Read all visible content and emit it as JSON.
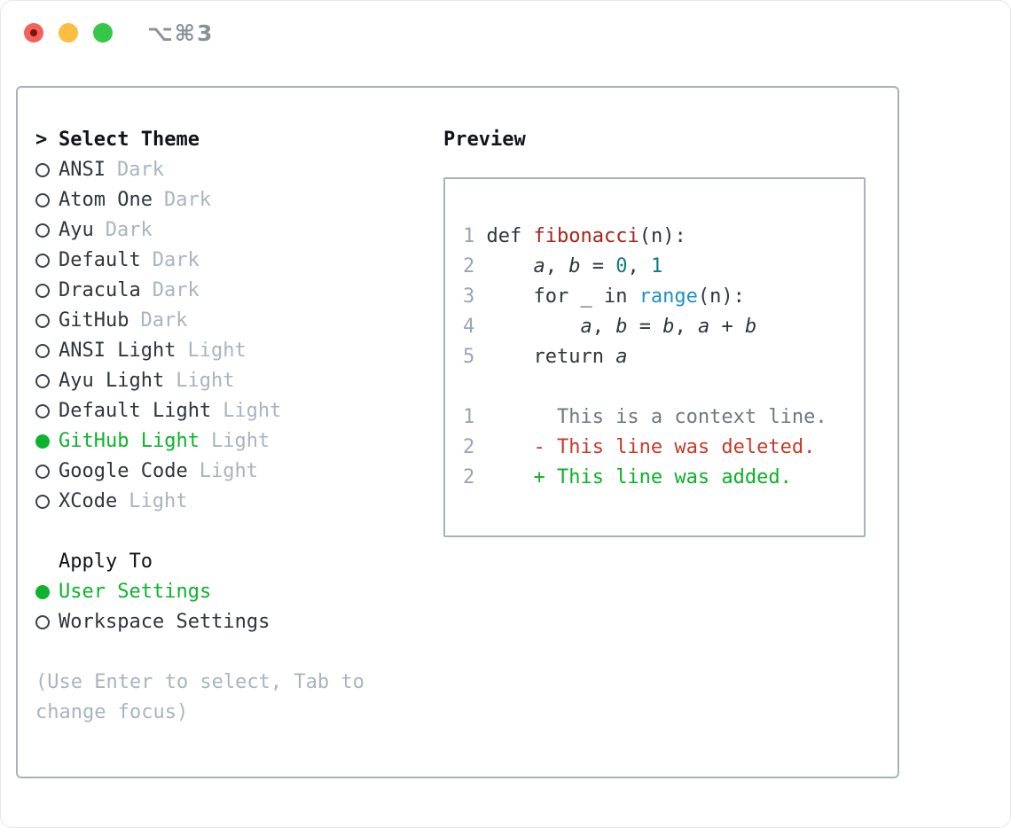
{
  "window": {
    "title": "⌥⌘3",
    "traffic_lights": [
      {
        "name": "close",
        "color": "#f4615b"
      },
      {
        "name": "minimize",
        "color": "#fdbd40"
      },
      {
        "name": "zoom",
        "color": "#34c748"
      }
    ]
  },
  "theme_panel": {
    "prompt": ">",
    "title": "Select Theme",
    "themes": [
      {
        "name": "ANSI",
        "variant": "Dark",
        "selected": false
      },
      {
        "name": "Atom One",
        "variant": "Dark",
        "selected": false
      },
      {
        "name": "Ayu",
        "variant": "Dark",
        "selected": false
      },
      {
        "name": "Default",
        "variant": "Dark",
        "selected": false
      },
      {
        "name": "Dracula",
        "variant": "Dark",
        "selected": false
      },
      {
        "name": "GitHub",
        "variant": "Dark",
        "selected": false
      },
      {
        "name": "ANSI Light",
        "variant": "Light",
        "selected": false
      },
      {
        "name": "Ayu Light",
        "variant": "Light",
        "selected": false
      },
      {
        "name": "Default Light",
        "variant": "Light",
        "selected": false
      },
      {
        "name": "GitHub Light",
        "variant": "Light",
        "selected": true
      },
      {
        "name": "Google Code",
        "variant": "Light",
        "selected": false
      },
      {
        "name": "XCode",
        "variant": "Light",
        "selected": false
      }
    ],
    "apply_to": {
      "title": "Apply To",
      "options": [
        {
          "label": "User Settings",
          "selected": true
        },
        {
          "label": "Workspace Settings",
          "selected": false
        }
      ]
    },
    "hint": "(Use Enter to select, Tab to\nchange focus)"
  },
  "preview": {
    "title": "Preview",
    "lines": [
      [
        {
          "t": "1 ",
          "c": "ln"
        },
        {
          "t": "def ",
          "c": "pl"
        },
        {
          "t": "fibonacci",
          "c": "fn"
        },
        {
          "t": "(n):",
          "c": "pl"
        }
      ],
      [
        {
          "t": "2 ",
          "c": "ln"
        },
        {
          "t": "    ",
          "c": "pl"
        },
        {
          "t": "a",
          "c": "va"
        },
        {
          "t": ", ",
          "c": "pl"
        },
        {
          "t": "b",
          "c": "va"
        },
        {
          "t": " = ",
          "c": "pl"
        },
        {
          "t": "0",
          "c": "nu"
        },
        {
          "t": ", ",
          "c": "pl"
        },
        {
          "t": "1",
          "c": "nu"
        }
      ],
      [
        {
          "t": "3 ",
          "c": "ln"
        },
        {
          "t": "    for _ in ",
          "c": "pl"
        },
        {
          "t": "range",
          "c": "bi"
        },
        {
          "t": "(n):",
          "c": "pl"
        }
      ],
      [
        {
          "t": "4 ",
          "c": "ln"
        },
        {
          "t": "        ",
          "c": "pl"
        },
        {
          "t": "a",
          "c": "va"
        },
        {
          "t": ", ",
          "c": "pl"
        },
        {
          "t": "b",
          "c": "va"
        },
        {
          "t": " = ",
          "c": "pl"
        },
        {
          "t": "b",
          "c": "va"
        },
        {
          "t": ", ",
          "c": "pl"
        },
        {
          "t": "a",
          "c": "va"
        },
        {
          "t": " + ",
          "c": "pl"
        },
        {
          "t": "b",
          "c": "va"
        }
      ],
      [
        {
          "t": "5 ",
          "c": "ln"
        },
        {
          "t": "    return ",
          "c": "pl"
        },
        {
          "t": "a",
          "c": "va"
        }
      ],
      [],
      [
        {
          "t": "1",
          "c": "ln"
        },
        {
          "t": "       This is a context line.",
          "c": "ctx"
        }
      ],
      [
        {
          "t": "2",
          "c": "ln"
        },
        {
          "t": "     - This line was deleted.",
          "c": "del"
        }
      ],
      [
        {
          "t": "2",
          "c": "ln"
        },
        {
          "t": "     + This line was added.",
          "c": "add"
        }
      ]
    ]
  },
  "colors": {
    "selected_green": "#0db32c",
    "added_green": "#0ab227",
    "deleted_red": "#c63a2a",
    "function_red": "#a82318",
    "number_teal": "#0e7b81",
    "builtin_blue": "#1e90c4",
    "text_dark": "#2f353b",
    "heading_black": "#111417",
    "muted_gray": "#a9b4c0",
    "line_number_gray": "#98a6b3",
    "context_gray": "#6e7781",
    "border_gray": "#a9b2bc",
    "circle_outline": "#3b424a",
    "traffic_red": "#f4615b",
    "traffic_red_dot": "#79150d",
    "traffic_yellow": "#fdbd40",
    "traffic_green": "#34c748",
    "title_gray": "#8b9198",
    "window_edge": "#e4e6e8"
  }
}
